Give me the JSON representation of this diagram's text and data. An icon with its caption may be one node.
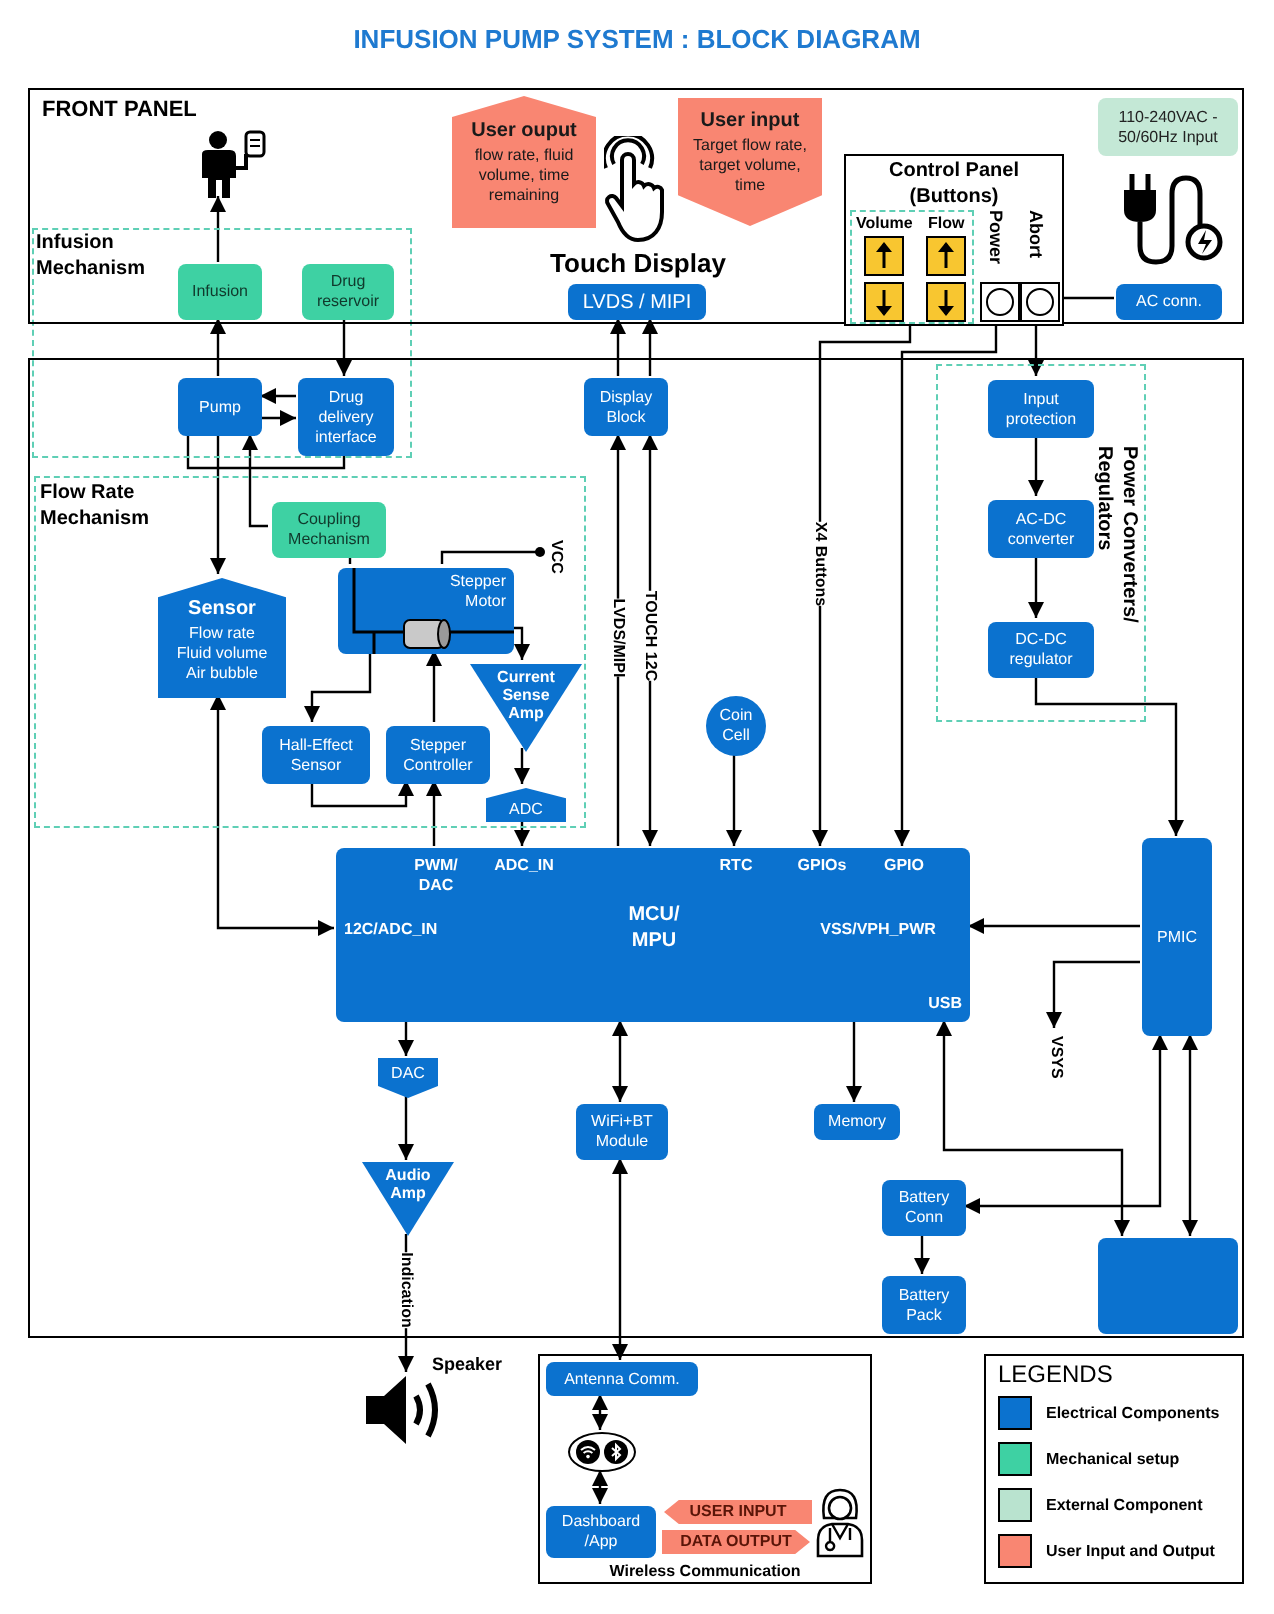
{
  "diagram": {
    "title": "INFUSION PUMP SYSTEM : BLOCK DIAGRAM",
    "nodes": [
      {
        "text": [
          "FRONT PANEL"
        ]
      },
      {
        "text": [],
        "shape": "person",
        "in": 0
      },
      {
        "text": [
          "User ouput",
          "flow rate, fluid volume, time remaining"
        ],
        "in": 0
      },
      {
        "text": [
          "Touch Display",
          "LVDS / MIPI"
        ],
        "in": 0
      },
      {
        "text": [
          "User input",
          "Target flow rate, target volume, time"
        ],
        "in": 0
      },
      {
        "text": [
          "Control Panel (Buttons)"
        ],
        "in": 0
      },
      {
        "text": [
          "Volume",
          "Flow"
        ],
        "in": 5
      },
      {
        "text": [
          "Power"
        ],
        "in": 5
      },
      {
        "text": [
          "Abort"
        ],
        "in": 5
      },
      {
        "text": [
          "110-240VAC - 50/60Hz Input"
        ],
        "in": 0
      },
      {
        "text": [
          "AC conn."
        ],
        "in": 0
      },
      {
        "text": [
          "Infusion"
        ],
        "in": 0
      },
      {
        "text": [
          "Drug reservoir"
        ],
        "in": 0
      },
      {
        "text": [],
        "shape": "box"
      },
      {
        "text": [
          "Pump"
        ],
        "in": 13
      },
      {
        "text": [
          "Drug delivery interface"
        ],
        "in": 13
      },
      {
        "text": [
          "Flow Rate Mechanism"
        ],
        "in": 13
      },
      {
        "text": [
          "Coupling Mechanism"
        ],
        "in": 16
      },
      {
        "text": [
          "Sensor",
          "Flow rate",
          "Fluid volume",
          "Air bubble"
        ],
        "in": 16
      },
      {
        "text": [
          "Stepper Motor"
        ],
        "in": 16
      },
      {
        "text": [
          "VCC"
        ],
        "in": 16
      },
      {
        "text": [
          "Current Sense Amp"
        ],
        "in": 16
      },
      {
        "text": [
          "Hall-Effect Sensor"
        ],
        "in": 16
      },
      {
        "text": [
          "Stepper Controller"
        ],
        "in": 16
      },
      {
        "text": [
          "ADC"
        ],
        "in": 16
      },
      {
        "text": [
          "MCU/ MPU",
          "PWM/ DAC",
          "ADC_IN",
          "RTC",
          "GPIOs",
          "GPIO",
          "12C/ADC_IN",
          "VSS/VPH_PWR",
          "USB"
        ],
        "in": 13
      },
      {
        "text": [
          "Display Block"
        ],
        "in": 13
      },
      {
        "text": [
          "Coin Cell"
        ],
        "in": 13
      },
      {
        "text": [
          "Power Converters/ Regulators"
        ],
        "in": 13
      },
      {
        "text": [
          "Input protection"
        ],
        "in": 28
      },
      {
        "text": [
          "AC-DC converter"
        ],
        "in": 28
      },
      {
        "text": [
          "DC-DC regulator"
        ],
        "in": 28
      },
      {
        "text": [
          "PMIC"
        ],
        "in": 13
      },
      {
        "text": [
          "VSYS"
        ],
        "in": 13
      },
      {
        "text": [
          "DAC"
        ],
        "in": 13
      },
      {
        "text": [
          "Audio Amp"
        ],
        "in": 13
      },
      {
        "text": [
          "WiFi+BT Module"
        ],
        "in": 13
      },
      {
        "text": [
          "Memory"
        ],
        "in": 13
      },
      {
        "text": [
          "Battery Conn"
        ],
        "in": 13
      },
      {
        "text": [
          "Battery Pack"
        ],
        "in": 13
      },
      {
        "text": [],
        "shape": "box",
        "in": 13
      },
      {
        "text": [],
        "shape": "speaker",
        "beside": [
          "Speaker"
        ]
      },
      {
        "text": [
          "Wireless Communication"
        ]
      },
      {
        "text": [
          "Antenna Comm."
        ],
        "in": 42
      },
      {
        "text": [],
        "shape": "ellipse",
        "in": 42
      },
      {
        "text": [
          "Dashboard /App"
        ],
        "in": 42
      },
      {
        "text": [
          "USER INPUT"
        ],
        "in": 42
      },
      {
        "text": [
          "DATA OUTPUT"
        ],
        "in": 42
      }
    ],
    "edges": [
      {
        "from": 11,
        "to": 1,
        "arrow": "to"
      },
      {
        "from": 14,
        "to": 11,
        "arrow": "to"
      },
      {
        "from": 12,
        "to": 15,
        "arrow": "to"
      },
      {
        "from": 15,
        "to": 14,
        "arrow": "to"
      },
      {
        "from": 14,
        "to": 15,
        "arrow": "to"
      },
      {
        "from": 17,
        "to": 14,
        "arrow": "to"
      },
      {
        "from": 14,
        "to": 15,
        "arrow": "none"
      },
      {
        "from": 14,
        "to": 18,
        "arrow": "to"
      },
      {
        "from": 17,
        "to": 19,
        "arrow": "none"
      },
      {
        "from": 19,
        "to": 20,
        "arrow": "other"
      },
      {
        "from": 19,
        "to": 21,
        "arrow": "to"
      },
      {
        "from": 19,
        "to": 22,
        "arrow": "to"
      },
      {
        "from": 23,
        "to": 19,
        "arrow": "to"
      },
      {
        "from": 22,
        "to": 23,
        "arrow": "to"
      },
      {
        "from": 25,
        "to": 23,
        "arrow": "to"
      },
      {
        "from": 21,
        "to": 24,
        "arrow": "to"
      },
      {
        "from": 24,
        "to": 25,
        "arrow": "to"
      },
      {
        "from": 18,
        "to": 25,
        "arrow": "both"
      },
      {
        "from": 26,
        "to": 3,
        "arrow": "to"
      },
      {
        "from": 26,
        "to": 3,
        "arrow": "to"
      },
      {
        "from": 25,
        "to": 26,
        "arrow": "to",
        "label": "LVDS/MIPI"
      },
      {
        "from": 25,
        "to": 26,
        "arrow": "both",
        "label": "TOUCH 12C"
      },
      {
        "from": 27,
        "to": 25,
        "arrow": "to"
      },
      {
        "from": 6,
        "to": 25,
        "arrow": "to",
        "label": "X4 Buttons"
      },
      {
        "from": 7,
        "to": 25,
        "arrow": "to"
      },
      {
        "from": 8,
        "to": 29,
        "arrow": "to"
      },
      {
        "from": 10,
        "to": 8,
        "arrow": "none"
      },
      {
        "from": 29,
        "to": 30,
        "arrow": "to"
      },
      {
        "from": 30,
        "to": 31,
        "arrow": "to"
      },
      {
        "from": 31,
        "to": 32,
        "arrow": "to"
      },
      {
        "from": 32,
        "to": 25,
        "arrow": "to"
      },
      {
        "from": 32,
        "to": 33,
        "arrow": "to"
      },
      {
        "from": 25,
        "to": 34,
        "arrow": "to"
      },
      {
        "from": 34,
        "to": 35,
        "arrow": "to"
      },
      {
        "from": 35,
        "to": 41,
        "arrow": "to",
        "label": "Indication"
      },
      {
        "from": 25,
        "to": 36,
        "arrow": "both"
      },
      {
        "from": 36,
        "to": 43,
        "arrow": "both"
      },
      {
        "from": 25,
        "to": 37,
        "arrow": "to"
      },
      {
        "from": 25,
        "to": 40,
        "arrow": "both"
      },
      {
        "from": 32,
        "to": 38,
        "arrow": "both"
      },
      {
        "from": 32,
        "to": 40,
        "arrow": "both"
      },
      {
        "from": 38,
        "to": 39,
        "arrow": "to"
      },
      {
        "from": 43,
        "to": 44,
        "arrow": "both"
      },
      {
        "from": 44,
        "to": 45,
        "arrow": "both"
      }
    ],
    "labels": [
      "Infusion Mechanism",
      "LEGENDS"
    ],
    "legend": [
      {
        "text": "Electrical Components",
        "color": "#0b72cf"
      },
      {
        "text": "Mechanical setup",
        "color": "#3ed1a3"
      },
      {
        "text": "External Component",
        "color": "#b9e3cf"
      },
      {
        "text": "User Input and Output",
        "color": "#f98672"
      }
    ]
  }
}
